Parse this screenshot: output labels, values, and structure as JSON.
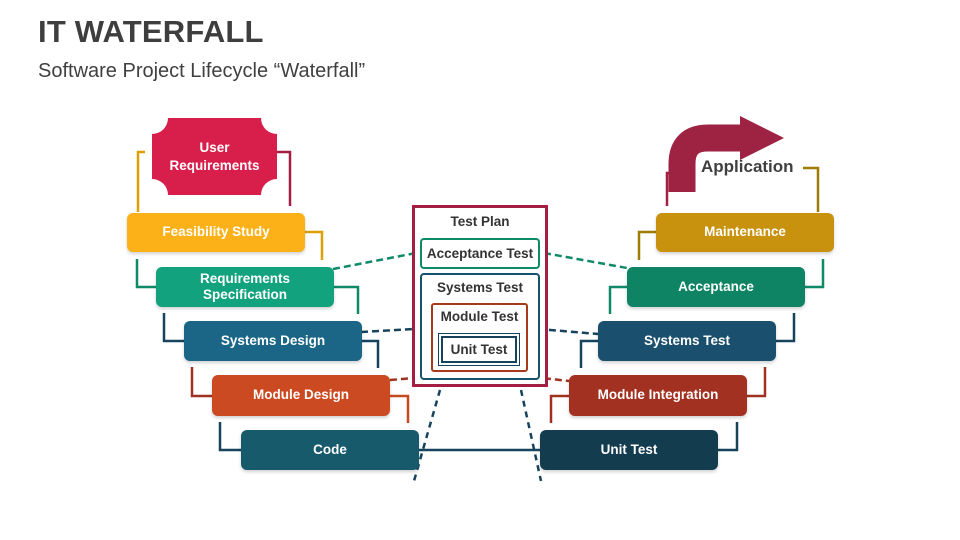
{
  "header": {
    "title": "IT WATERFALL",
    "subtitle": "Software Project Lifecycle “Waterfall”"
  },
  "diagram": {
    "start_shape": {
      "label": "User Requirements",
      "color": "#D81F4B"
    },
    "end_shape": {
      "label": "Application",
      "arrow_color": "#9E2242"
    },
    "left_column": [
      {
        "label": "Feasibility Study",
        "color": "#FBB117"
      },
      {
        "label": "Requirements Specification",
        "color": "#12A27D"
      },
      {
        "label": "Systems Design",
        "color": "#1B6687"
      },
      {
        "label": "Module Design",
        "color": "#CC4A21"
      },
      {
        "label": "Code",
        "color": "#175A6C"
      }
    ],
    "right_column": [
      {
        "label": "Maintenance",
        "color": "#C8920F"
      },
      {
        "label": "Acceptance",
        "color": "#0E8465"
      },
      {
        "label": "Systems Test",
        "color": "#1A4F6E"
      },
      {
        "label": "Module Integration",
        "color": "#A33121"
      },
      {
        "label": "Unit Test",
        "color": "#133C4F"
      }
    ],
    "test_plan": {
      "title": "Test Plan",
      "acceptance_test": "Acceptance Test",
      "systems_test": "Systems Test",
      "module_test": "Module Test",
      "unit_test": "Unit Test",
      "border_color": "#A31E40"
    },
    "connector_colors": {
      "crimson": "#A31E40",
      "gold_left": "#DFA006",
      "gold_right": "#9E7C03",
      "green": "#0E8A68",
      "navy": "#17435C",
      "brick": "#A03121",
      "orange": "#C64A1F"
    }
  }
}
